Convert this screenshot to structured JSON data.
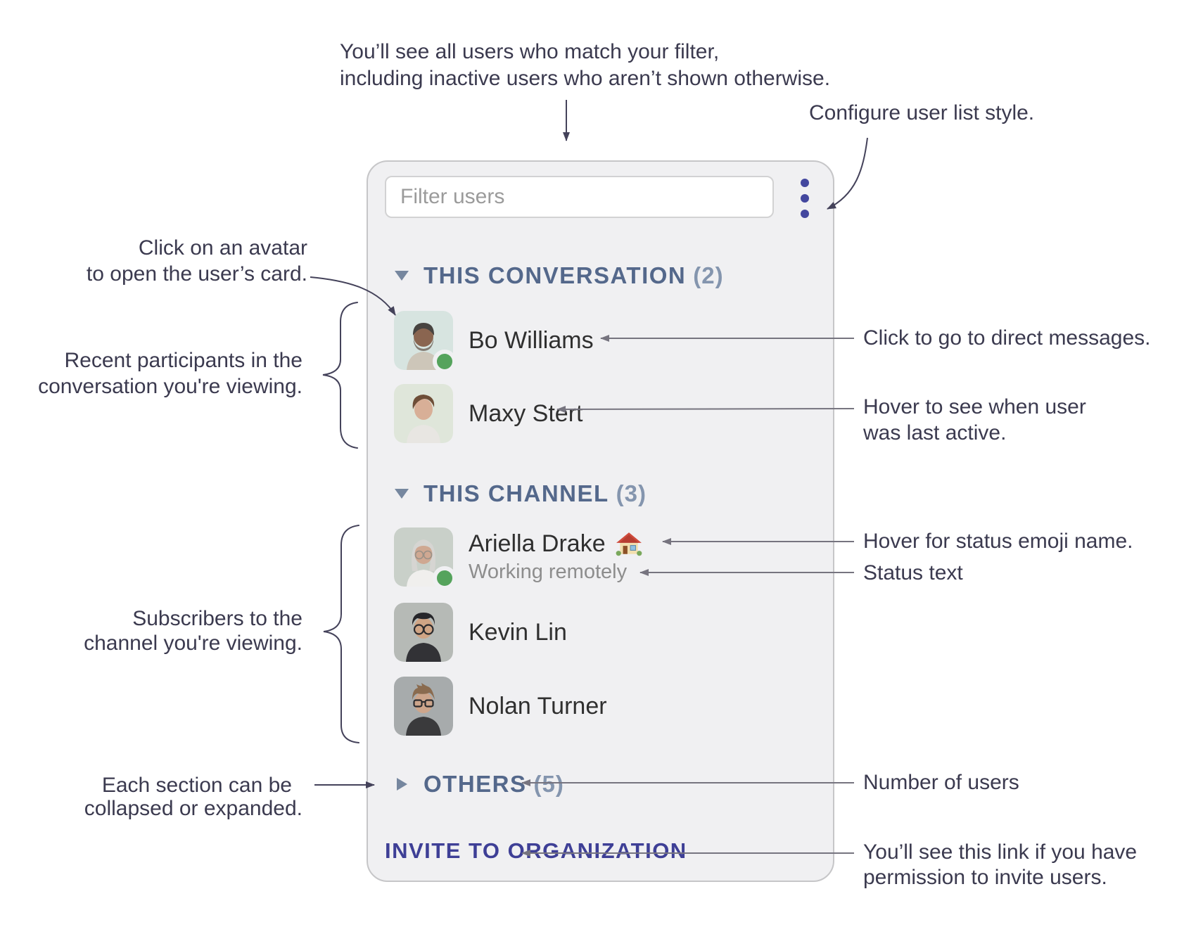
{
  "panel": {
    "filter_placeholder": "Filter users",
    "menu_icon": "kebab-menu-icon",
    "sections": [
      {
        "label": "THIS CONVERSATION",
        "count": "(2)",
        "state": "expanded",
        "icon": "triangle-down-icon"
      },
      {
        "label": "THIS CHANNEL",
        "count": "(3)",
        "state": "expanded",
        "icon": "triangle-down-icon"
      },
      {
        "label": "OTHERS",
        "count": "(5)",
        "state": "collapsed",
        "icon": "triangle-right-icon"
      }
    ],
    "users": [
      {
        "name": "Bo Williams",
        "online": true
      },
      {
        "name": "Maxy Stert",
        "online": false
      },
      {
        "name": "Ariella Drake",
        "online": true,
        "status_emoji": "🏠",
        "status_emoji_name": "house",
        "status_text": "Working remotely"
      },
      {
        "name": "Kevin Lin",
        "online": false
      },
      {
        "name": "Nolan Turner",
        "online": false
      }
    ],
    "invite_link": "INVITE TO ORGANIZATION"
  },
  "annotations": {
    "top_note": {
      "line1": "You’ll see all users who match your filter,",
      "line2": "including inactive users who aren’t shown otherwise."
    },
    "configure_note": "Configure user list style.",
    "avatar_note": {
      "line1": "Click on an avatar",
      "line2": "to open the user’s card."
    },
    "recent_note": {
      "line1": "Recent participants in the",
      "line2": "conversation you're viewing."
    },
    "subscribers_note": {
      "line1": "Subscribers to the",
      "line2": "channel you're viewing."
    },
    "sections_note": {
      "line1": "Each section can be",
      "line2": "collapsed or expanded."
    },
    "dm_note": "Click to go to direct messages.",
    "last_active_note": {
      "line1": "Hover to see when user",
      "line2": "was last active."
    },
    "emoji_note": "Hover for status emoji name.",
    "status_note": "Status text",
    "count_note": "Number of users",
    "invite_note": {
      "line1": "You’ll see this link if you have",
      "line2": "permission to invite users."
    }
  },
  "colors": {
    "panel_background": "#f0f0f2",
    "panel_border": "#c6c6c8",
    "section_header": "#54688b",
    "section_count": "#8495ae",
    "invite_link": "#3e3f96",
    "menu_dots": "#43479e",
    "online_dot": "#55a35c",
    "annotation_text": "#3b3a4f",
    "callout_line_gray": "#76747f",
    "callout_line_dark": "#44425a"
  }
}
